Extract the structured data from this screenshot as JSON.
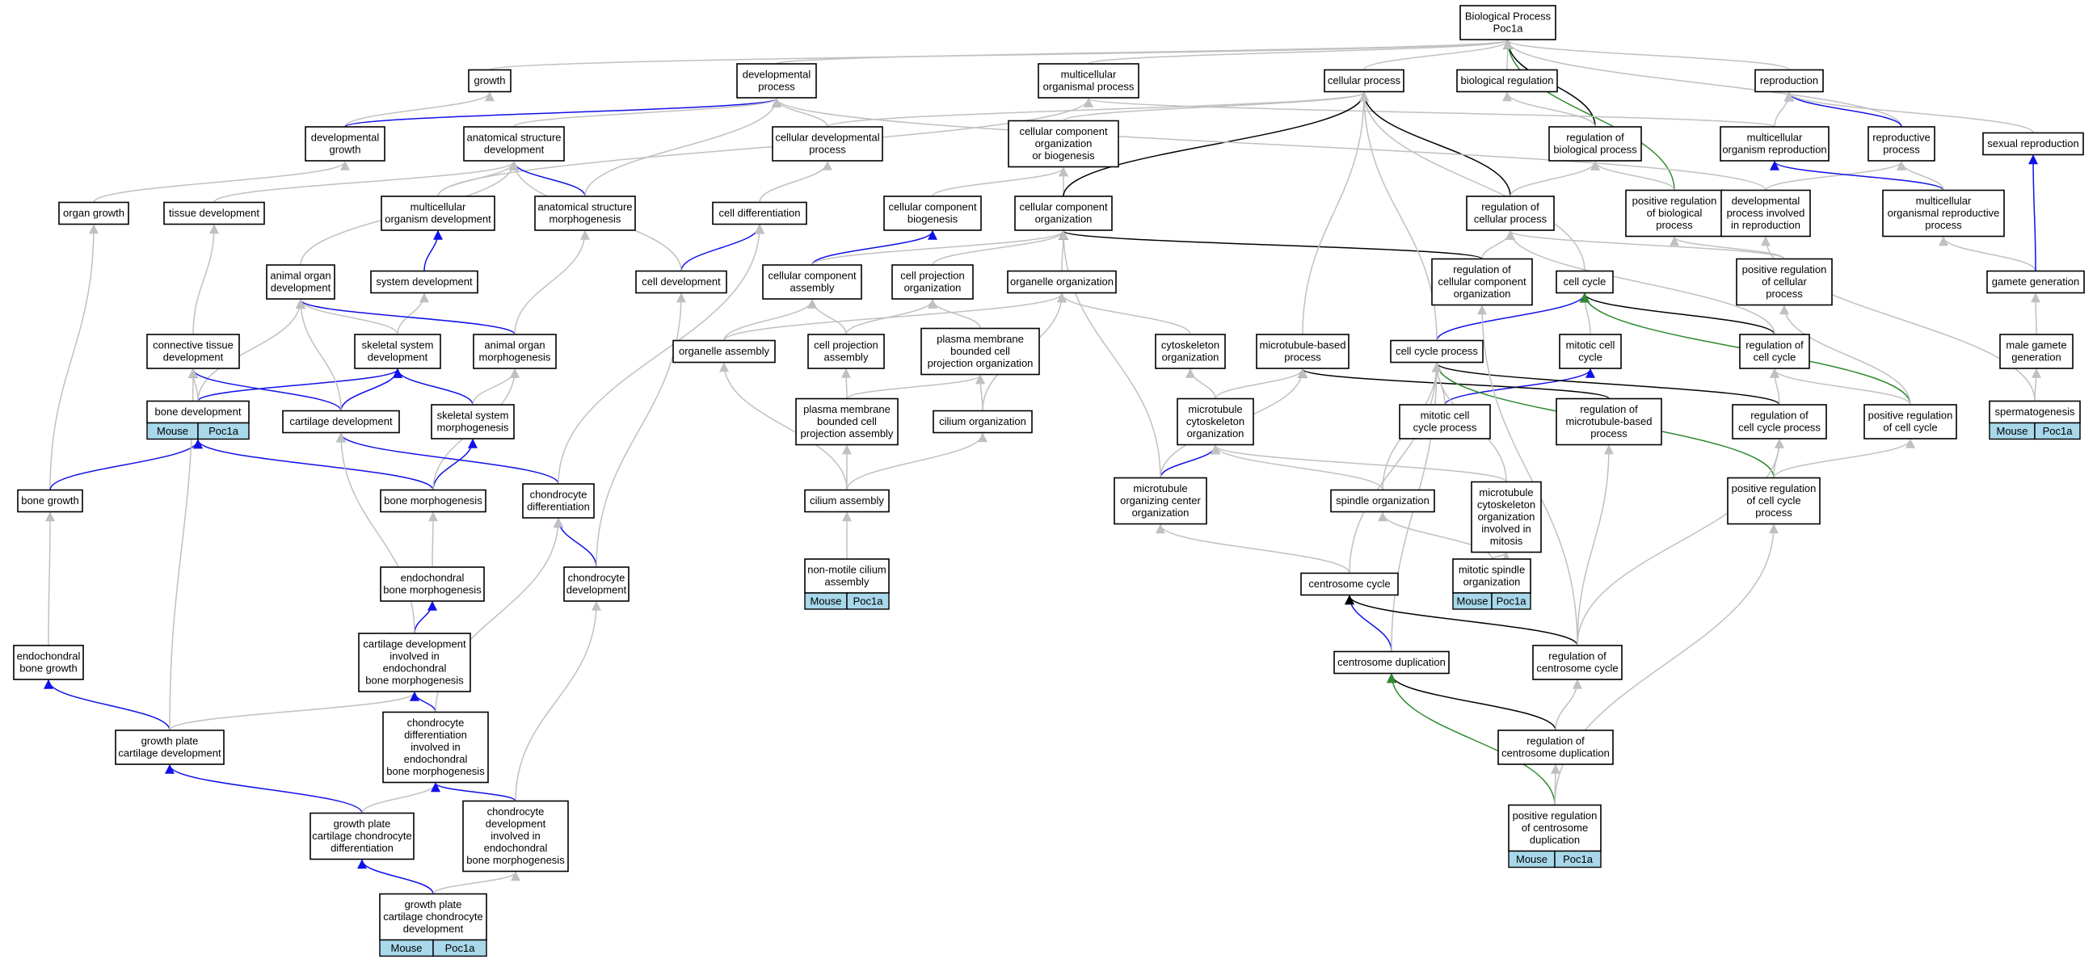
{
  "colors": {
    "is_a": "#c0c0c0",
    "part_of": "#1010e8",
    "regulates": "#000000",
    "positively_regulates": "#2e8b2e",
    "annotation_badge": "#a8d8ea"
  },
  "nodes": {
    "bp": [
      "Biological Process",
      "Poc1a"
    ],
    "growth": [
      "growth"
    ],
    "devproc": [
      "developmental",
      "process"
    ],
    "multiproc": [
      "multicellular",
      "organismal process"
    ],
    "cellproc": [
      "cellular process"
    ],
    "bioreg": [
      "biological regulation"
    ],
    "reproduction": [
      "reproduction"
    ],
    "devgrowth": [
      "developmental",
      "growth"
    ],
    "asd": [
      "anatomical structure",
      "development"
    ],
    "celldevproc": [
      "cellular developmental",
      "process"
    ],
    "ccob": [
      "cellular component",
      "organization",
      "or biogenesis"
    ],
    "regbio": [
      "regulation of",
      "biological process"
    ],
    "multirepro": [
      "multicellular",
      "organism reproduction"
    ],
    "reproproc": [
      "reproductive",
      "process"
    ],
    "sexrepro": [
      "sexual reproduction"
    ],
    "organgrowth": [
      "organ growth"
    ],
    "tissuedev": [
      "tissue development"
    ],
    "multiorgdev": [
      "multicellular",
      "organism development"
    ],
    "asm": [
      "anatomical structure",
      "morphogenesis"
    ],
    "celldiff": [
      "cell differentiation"
    ],
    "ccbio": [
      "cellular component",
      "biogenesis"
    ],
    "ccorg": [
      "cellular component",
      "organization"
    ],
    "regcell": [
      "regulation of",
      "cellular process"
    ],
    "posregbio": [
      "positive regulation",
      "of biological",
      "process"
    ],
    "devprocrepro": [
      "developmental",
      "process involved",
      "in reproduction"
    ],
    "multirepproc": [
      "multicellular",
      "organismal reproductive",
      "process"
    ],
    "animalorgandev": [
      "animal organ",
      "development"
    ],
    "sysdev": [
      "system development"
    ],
    "celldev": [
      "cell development"
    ],
    "ccassembly": [
      "cellular component",
      "assembly"
    ],
    "cellprojorg": [
      "cell projection",
      "organization"
    ],
    "organelleorg": [
      "organelle organization"
    ],
    "regccorg": [
      "regulation of",
      "cellular component",
      "organization"
    ],
    "cellcycle": [
      "cell cycle"
    ],
    "posregcell": [
      "positive regulation",
      "of cellular",
      "process"
    ],
    "gametegen": [
      "gamete generation"
    ],
    "conntissue": [
      "connective tissue",
      "development"
    ],
    "skeletaldev": [
      "skeletal system",
      "development"
    ],
    "animalorganmorph": [
      "animal organ",
      "morphogenesis"
    ],
    "organelleassembly": [
      "organelle assembly"
    ],
    "cellprojassembly": [
      "cell projection",
      "assembly"
    ],
    "pmbcpo": [
      "plasma membrane",
      "bounded cell",
      "projection organization"
    ],
    "cytoskelorg": [
      "cytoskeleton",
      "organization"
    ],
    "mtbased": [
      "microtubule-based",
      "process"
    ],
    "cellcycleproc": [
      "cell cycle process"
    ],
    "mitoticcellcycle": [
      "mitotic cell",
      "cycle"
    ],
    "regcellcycle": [
      "regulation of",
      "cell cycle"
    ],
    "malegamete": [
      "male gamete",
      "generation"
    ],
    "bonedev": [
      "bone development"
    ],
    "cartilagedev": [
      "cartilage development"
    ],
    "skeletalmorph": [
      "skeletal system",
      "morphogenesis"
    ],
    "pmbcpa": [
      "plasma membrane",
      "bounded cell",
      "projection assembly"
    ],
    "ciliumorg": [
      "cilium organization"
    ],
    "mtcytoorg": [
      "microtubule",
      "cytoskeleton",
      "organization"
    ],
    "mitoticcellcycleproc": [
      "mitotic cell",
      "cycle process"
    ],
    "regmtbased": [
      "regulation of",
      "microtubule-based",
      "process"
    ],
    "regcellcycleproc": [
      "regulation of",
      "cell cycle process"
    ],
    "posregcellcycle": [
      "positive regulation",
      "of cell cycle"
    ],
    "spermatogenesis": [
      "spermatogenesis"
    ],
    "bonegrowth": [
      "bone growth"
    ],
    "bonemorph": [
      "bone morphogenesis"
    ],
    "chondrodiff": [
      "chondrocyte",
      "differentiation"
    ],
    "ciliumassembly": [
      "cilium assembly"
    ],
    "mtoc": [
      "microtubule",
      "organizing center",
      "organization"
    ],
    "spindleorg": [
      "spindle organization"
    ],
    "mtcytomitosis": [
      "microtubule",
      "cytoskeleton",
      "organization",
      "involved in",
      "mitosis"
    ],
    "posregccp": [
      "positive regulation",
      "of cell cycle",
      "process"
    ],
    "endobonemorph": [
      "endochondral",
      "bone morphogenesis"
    ],
    "chondrodev": [
      "chondrocyte",
      "development"
    ],
    "nonmotile": [
      "non-motile cilium",
      "assembly"
    ],
    "centrosomecycle": [
      "centrosome cycle"
    ],
    "mitoticspindle": [
      "mitotic spindle",
      "organization"
    ],
    "endobonegrowth": [
      "endochondral",
      "bone growth"
    ],
    "cartdevendo": [
      "cartilage development",
      "involved in",
      "endochondral",
      "bone morphogenesis"
    ],
    "centdup": [
      "centrosome duplication"
    ],
    "regcentcycle": [
      "regulation of",
      "centrosome cycle"
    ],
    "gpcartdev": [
      "growth plate",
      "cartilage development"
    ],
    "chondrodiffendo": [
      "chondrocyte",
      "differentiation",
      "involved in",
      "endochondral",
      "bone morphogenesis"
    ],
    "regcentdup": [
      "regulation of",
      "centrosome duplication"
    ],
    "gpchondrodiff": [
      "growth plate",
      "cartilage chondrocyte",
      "differentiation"
    ],
    "chondrodevendo": [
      "chondrocyte",
      "development",
      "involved in",
      "endochondral",
      "bone morphogenesis"
    ],
    "posregcentdup": [
      "positive regulation",
      "of centrosome",
      "duplication"
    ],
    "gpchondrodev": [
      "growth plate",
      "cartilage chondrocyte",
      "development"
    ]
  },
  "annotations": {
    "bonedev": [
      "Mouse",
      "Poc1a"
    ],
    "spermatogenesis": [
      "Mouse",
      "Poc1a"
    ],
    "nonmotile": [
      "Mouse",
      "Poc1a"
    ],
    "mitoticspindle": [
      "Mouse",
      "Poc1a"
    ],
    "posregcentdup": [
      "Mouse",
      "Poc1a"
    ],
    "gpchondrodev": [
      "Mouse",
      "Poc1a"
    ]
  },
  "edges": [
    [
      "growth",
      "bp",
      "is_a"
    ],
    [
      "devproc",
      "bp",
      "is_a"
    ],
    [
      "multiproc",
      "bp",
      "is_a"
    ],
    [
      "cellproc",
      "bp",
      "is_a"
    ],
    [
      "bioreg",
      "bp",
      "is_a"
    ],
    [
      "reproduction",
      "bp",
      "is_a"
    ],
    [
      "regbio",
      "bp",
      "regulates"
    ],
    [
      "posregbio",
      "bp",
      "positively_regulates"
    ],
    [
      "reproproc",
      "bp",
      "is_a"
    ],
    [
      "devgrowth",
      "growth",
      "is_a"
    ],
    [
      "devgrowth",
      "devproc",
      "part_of"
    ],
    [
      "asd",
      "devproc",
      "is_a"
    ],
    [
      "celldevproc",
      "devproc",
      "is_a"
    ],
    [
      "celldevproc",
      "cellproc",
      "is_a"
    ],
    [
      "ccob",
      "cellproc",
      "is_a"
    ],
    [
      "regbio",
      "bioreg",
      "is_a"
    ],
    [
      "multirepro",
      "multiproc",
      "is_a"
    ],
    [
      "multirepro",
      "reproduction",
      "is_a"
    ],
    [
      "reproproc",
      "reproduction",
      "part_of"
    ],
    [
      "sexrepro",
      "reproduction",
      "is_a"
    ],
    [
      "organgrowth",
      "devgrowth",
      "is_a"
    ],
    [
      "tissuedev",
      "asd",
      "is_a"
    ],
    [
      "multiorgdev",
      "asd",
      "is_a"
    ],
    [
      "multiorgdev",
      "multiproc",
      "is_a"
    ],
    [
      "asm",
      "asd",
      "part_of"
    ],
    [
      "asm",
      "devproc",
      "is_a"
    ],
    [
      "celldiff",
      "celldevproc",
      "is_a"
    ],
    [
      "ccbio",
      "ccob",
      "is_a"
    ],
    [
      "ccorg",
      "ccob",
      "is_a"
    ],
    [
      "ccorg",
      "cellproc",
      "regulates"
    ],
    [
      "regcell",
      "cellproc",
      "regulates"
    ],
    [
      "regcell",
      "regbio",
      "is_a"
    ],
    [
      "posregbio",
      "regbio",
      "is_a"
    ],
    [
      "devprocrepro",
      "devproc",
      "is_a"
    ],
    [
      "devprocrepro",
      "reproproc",
      "is_a"
    ],
    [
      "multirepproc",
      "multirepro",
      "part_of"
    ],
    [
      "multirepproc",
      "reproproc",
      "is_a"
    ],
    [
      "animalorgandev",
      "asd",
      "is_a"
    ],
    [
      "sysdev",
      "multiorgdev",
      "part_of"
    ],
    [
      "celldev",
      "celldiff",
      "part_of"
    ],
    [
      "celldev",
      "asd",
      "is_a"
    ],
    [
      "ccassembly",
      "ccbio",
      "part_of"
    ],
    [
      "ccassembly",
      "ccorg",
      "is_a"
    ],
    [
      "cellprojorg",
      "ccorg",
      "is_a"
    ],
    [
      "organelleorg",
      "ccorg",
      "is_a"
    ],
    [
      "regccorg",
      "ccorg",
      "regulates"
    ],
    [
      "regccorg",
      "regcell",
      "is_a"
    ],
    [
      "cellcycle",
      "cellproc",
      "is_a"
    ],
    [
      "posregcell",
      "regcell",
      "is_a"
    ],
    [
      "posregcell",
      "posregbio",
      "is_a"
    ],
    [
      "gametegen",
      "multirepproc",
      "is_a"
    ],
    [
      "gametegen",
      "sexrepro",
      "part_of"
    ],
    [
      "conntissue",
      "tissuedev",
      "is_a"
    ],
    [
      "skeletaldev",
      "sysdev",
      "is_a"
    ],
    [
      "skeletaldev",
      "animalorgandev",
      "is_a"
    ],
    [
      "animalorganmorph",
      "animalorgandev",
      "part_of"
    ],
    [
      "animalorganmorph",
      "asm",
      "is_a"
    ],
    [
      "organelleassembly",
      "ccassembly",
      "is_a"
    ],
    [
      "organelleassembly",
      "organelleorg",
      "is_a"
    ],
    [
      "cellprojassembly",
      "ccassembly",
      "is_a"
    ],
    [
      "cellprojassembly",
      "cellprojorg",
      "is_a"
    ],
    [
      "pmbcpo",
      "cellprojorg",
      "is_a"
    ],
    [
      "cytoskelorg",
      "organelleorg",
      "is_a"
    ],
    [
      "mtbased",
      "cellproc",
      "is_a"
    ],
    [
      "cellcycleproc",
      "cellcycle",
      "part_of"
    ],
    [
      "cellcycleproc",
      "cellproc",
      "is_a"
    ],
    [
      "mitoticcellcycle",
      "cellcycle",
      "is_a"
    ],
    [
      "regcellcycle",
      "cellcycle",
      "regulates"
    ],
    [
      "regcellcycle",
      "regcell",
      "is_a"
    ],
    [
      "malegamete",
      "gametegen",
      "is_a"
    ],
    [
      "bonedev",
      "skeletaldev",
      "part_of"
    ],
    [
      "bonedev",
      "animalorgandev",
      "is_a"
    ],
    [
      "bonedev",
      "conntissue",
      "is_a"
    ],
    [
      "cartilagedev",
      "conntissue",
      "part_of"
    ],
    [
      "cartilagedev",
      "skeletaldev",
      "part_of"
    ],
    [
      "cartilagedev",
      "animalorgandev",
      "is_a"
    ],
    [
      "skeletalmorph",
      "skeletaldev",
      "part_of"
    ],
    [
      "skeletalmorph",
      "animalorganmorph",
      "is_a"
    ],
    [
      "pmbcpa",
      "cellprojassembly",
      "is_a"
    ],
    [
      "pmbcpa",
      "pmbcpo",
      "is_a"
    ],
    [
      "ciliumorg",
      "pmbcpo",
      "is_a"
    ],
    [
      "ciliumorg",
      "organelleorg",
      "is_a"
    ],
    [
      "mtcytoorg",
      "cytoskelorg",
      "is_a"
    ],
    [
      "mtcytoorg",
      "mtbased",
      "is_a"
    ],
    [
      "mitoticcellcycleproc",
      "mitoticcellcycle",
      "part_of"
    ],
    [
      "mitoticcellcycleproc",
      "cellcycleproc",
      "is_a"
    ],
    [
      "regmtbased",
      "mtbased",
      "regulates"
    ],
    [
      "regcellcycleproc",
      "cellcycleproc",
      "regulates"
    ],
    [
      "regcellcycleproc",
      "regcellcycle",
      "is_a"
    ],
    [
      "posregcellcycle",
      "cellcycle",
      "positively_regulates"
    ],
    [
      "posregcellcycle",
      "regcellcycle",
      "is_a"
    ],
    [
      "posregcellcycle",
      "posregcell",
      "is_a"
    ],
    [
      "spermatogenesis",
      "malegamete",
      "is_a"
    ],
    [
      "spermatogenesis",
      "devprocrepro",
      "is_a"
    ],
    [
      "bonegrowth",
      "organgrowth",
      "is_a"
    ],
    [
      "bonegrowth",
      "bonedev",
      "part_of"
    ],
    [
      "bonemorph",
      "bonedev",
      "part_of"
    ],
    [
      "bonemorph",
      "skeletalmorph",
      "part_of"
    ],
    [
      "bonemorph",
      "animalorganmorph",
      "is_a"
    ],
    [
      "chondrodiff",
      "cartilagedev",
      "part_of"
    ],
    [
      "chondrodiff",
      "celldiff",
      "is_a"
    ],
    [
      "ciliumassembly",
      "pmbcpa",
      "is_a"
    ],
    [
      "ciliumassembly",
      "ciliumorg",
      "is_a"
    ],
    [
      "ciliumassembly",
      "organelleassembly",
      "is_a"
    ],
    [
      "mtoc",
      "mtcytoorg",
      "part_of"
    ],
    [
      "mtoc",
      "mtbased",
      "is_a"
    ],
    [
      "mtoc",
      "ccorg",
      "is_a"
    ],
    [
      "spindleorg",
      "mtcytoorg",
      "is_a"
    ],
    [
      "spindleorg",
      "cellcycleproc",
      "is_a"
    ],
    [
      "mtcytomitosis",
      "mtcytoorg",
      "is_a"
    ],
    [
      "mtcytomitosis",
      "cellcycleproc",
      "is_a"
    ],
    [
      "posregccp",
      "cellcycleproc",
      "positively_regulates"
    ],
    [
      "posregccp",
      "regcellcycleproc",
      "is_a"
    ],
    [
      "posregccp",
      "posregcellcycle",
      "is_a"
    ],
    [
      "endobonemorph",
      "bonemorph",
      "is_a"
    ],
    [
      "chondrodev",
      "chondrodiff",
      "part_of"
    ],
    [
      "chondrodev",
      "celldev",
      "is_a"
    ],
    [
      "nonmotile",
      "ciliumassembly",
      "is_a"
    ],
    [
      "centrosomecycle",
      "mtoc",
      "is_a"
    ],
    [
      "centrosomecycle",
      "cellcycleproc",
      "is_a"
    ],
    [
      "mitoticspindle",
      "spindleorg",
      "is_a"
    ],
    [
      "mitoticspindle",
      "mtcytomitosis",
      "is_a"
    ],
    [
      "endobonegrowth",
      "bonegrowth",
      "is_a"
    ],
    [
      "cartdevendo",
      "endobonemorph",
      "part_of"
    ],
    [
      "cartdevendo",
      "cartilagedev",
      "is_a"
    ],
    [
      "centdup",
      "centrosomecycle",
      "part_of"
    ],
    [
      "centdup",
      "cellcycleproc",
      "is_a"
    ],
    [
      "regcentcycle",
      "centrosomecycle",
      "regulates"
    ],
    [
      "regcentcycle",
      "regcellcycleproc",
      "is_a"
    ],
    [
      "regcentcycle",
      "regmtbased",
      "is_a"
    ],
    [
      "regcentcycle",
      "regccorg",
      "is_a"
    ],
    [
      "gpcartdev",
      "endobonegrowth",
      "part_of"
    ],
    [
      "gpcartdev",
      "cartdevendo",
      "is_a"
    ],
    [
      "gpcartdev",
      "conntissue",
      "is_a"
    ],
    [
      "chondrodiffendo",
      "cartdevendo",
      "part_of"
    ],
    [
      "chondrodiffendo",
      "chondrodiff",
      "is_a"
    ],
    [
      "regcentdup",
      "centdup",
      "regulates"
    ],
    [
      "regcentdup",
      "regcentcycle",
      "is_a"
    ],
    [
      "gpchondrodiff",
      "gpcartdev",
      "part_of"
    ],
    [
      "gpchondrodiff",
      "chondrodiffendo",
      "is_a"
    ],
    [
      "chondrodevendo",
      "chondrodiffendo",
      "part_of"
    ],
    [
      "chondrodevendo",
      "chondrodev",
      "is_a"
    ],
    [
      "posregcentdup",
      "centdup",
      "positively_regulates"
    ],
    [
      "posregcentdup",
      "regcentdup",
      "is_a"
    ],
    [
      "posregcentdup",
      "posregccp",
      "is_a"
    ],
    [
      "gpchondrodev",
      "gpchondrodiff",
      "part_of"
    ],
    [
      "gpchondrodev",
      "chondrodevendo",
      "is_a"
    ]
  ]
}
